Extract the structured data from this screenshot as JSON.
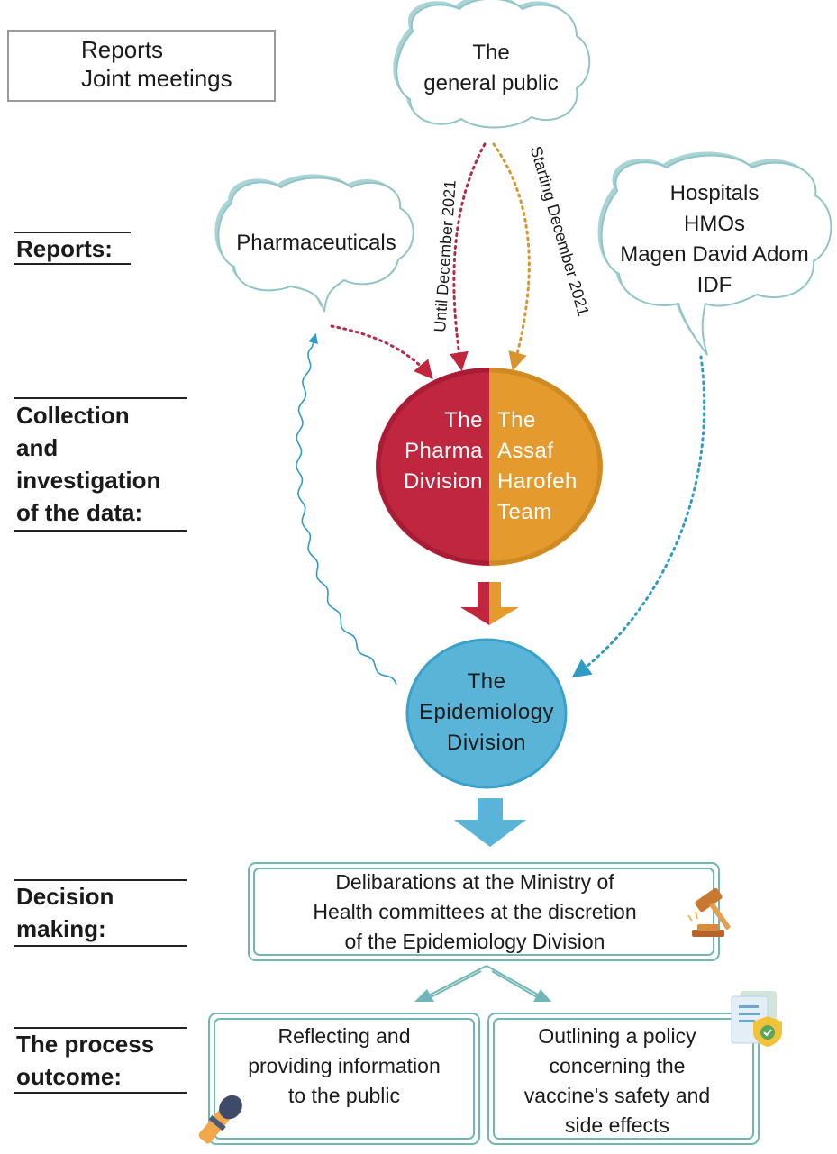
{
  "legend": {
    "reports_label": "Reports",
    "joint_meetings_label": "Joint meetings"
  },
  "stages": {
    "reports": "Reports:",
    "collection": [
      "Collection",
      "and",
      "investigation",
      "of the data:"
    ],
    "decision": [
      "Decision",
      "making:"
    ],
    "outcome": [
      "The process",
      "outcome:"
    ]
  },
  "sources": {
    "general_public": [
      "The",
      "general public"
    ],
    "pharmaceuticals": "Pharmaceuticals",
    "hospitals": [
      "Hospitals",
      "HMOs",
      "Magen David Adom",
      "IDF"
    ]
  },
  "flows": {
    "until_label": "Until December 2021",
    "starting_label": "Starting  December 2021"
  },
  "divisions": {
    "pharma": [
      "The",
      "Pharma",
      "Division"
    ],
    "assaf": [
      "The",
      "Assaf",
      "Harofeh",
      "Team"
    ],
    "epidemiology": [
      "The",
      "Epidemiology",
      "Division"
    ]
  },
  "decision_box": [
    "Delibarations at the Ministry of",
    "Health committees at the discretion",
    "of the Epidemiology Division"
  ],
  "outcomes": {
    "public": [
      "Reflecting and",
      "providing information",
      "to the public"
    ],
    "policy": [
      "Outlining a policy",
      "concerning the",
      "vaccine's safety and",
      "side effects"
    ]
  },
  "colors": {
    "pharma": "#c1263f",
    "assaf": "#e49a2c",
    "epidemiology": "#5ab4d8",
    "teal": "#6fb7b6",
    "cloud_fill": "#ffffff",
    "cloud_shadow": "#a9d3d4"
  },
  "icons": {
    "decision": "gavel-icon",
    "public": "microphone-icon",
    "policy": "document-shield-icon"
  }
}
